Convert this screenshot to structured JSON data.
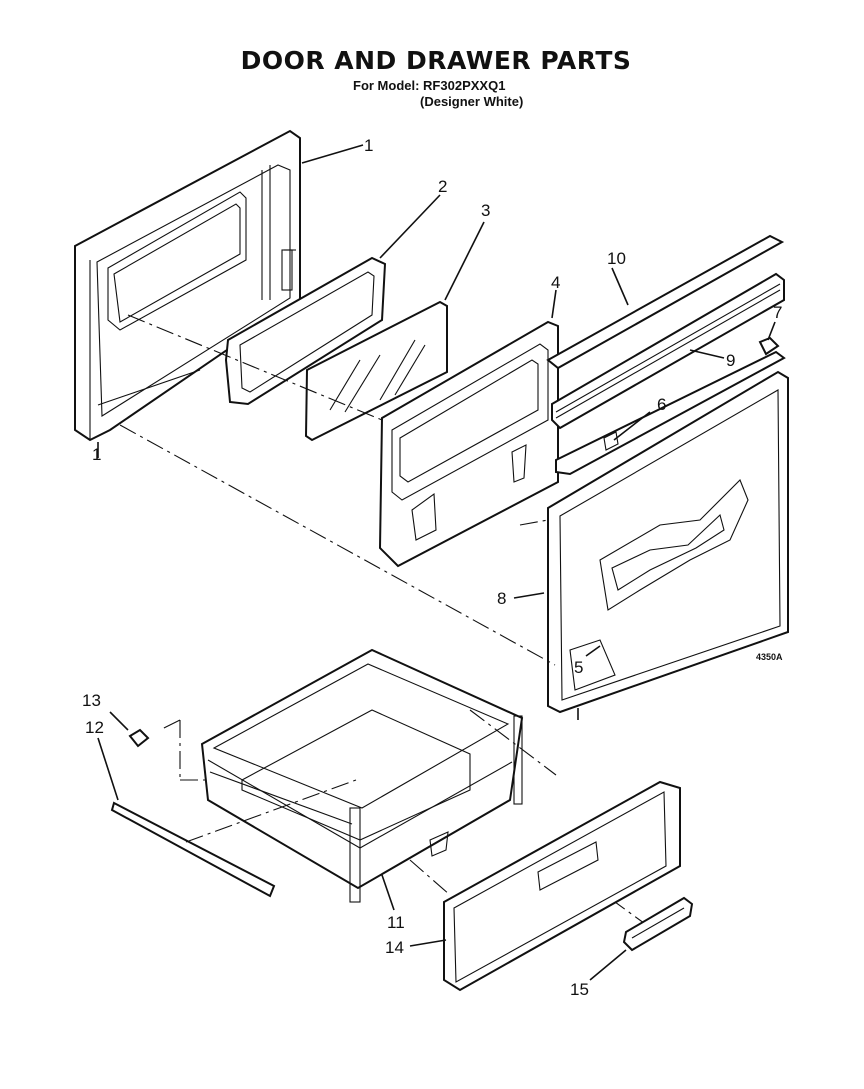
{
  "title": "DOOR AND DRAWER PARTS",
  "model_line": "For Model: RF302PXXQ1",
  "variant_line": "(Designer White)",
  "diagram_code": "4350A",
  "callouts": [
    "1",
    "2",
    "3",
    "4",
    "10",
    "7",
    "9",
    "6",
    "8",
    "5",
    "1",
    "13",
    "12",
    "11",
    "14",
    "15"
  ]
}
